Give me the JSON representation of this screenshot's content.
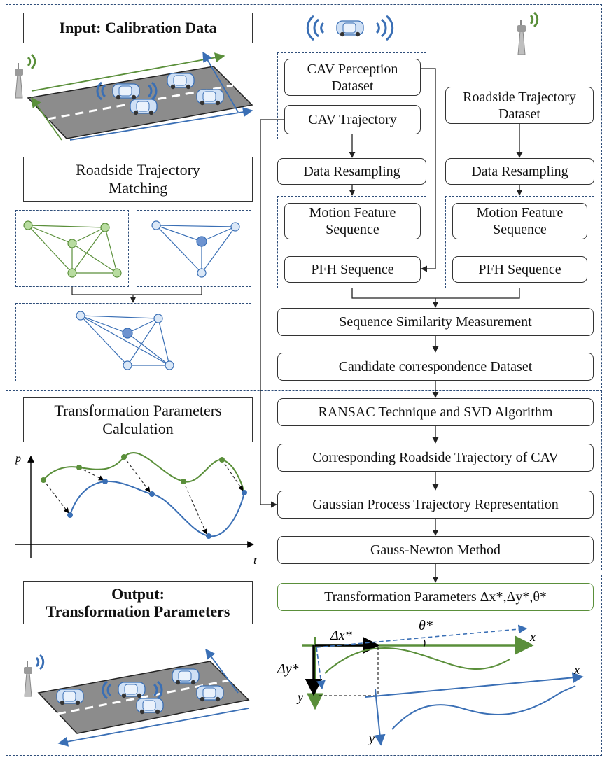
{
  "sections": {
    "input_title": "Input: Calibration Data",
    "matching_title": "Roadside Trajectory Matching",
    "calc_title": "Transformation Parameters Calculation",
    "output_title_line1": "Output:",
    "output_title_line2": "Transformation Parameters"
  },
  "boxes": {
    "cav_perception": "CAV Perception Dataset",
    "cav_trajectory": "CAV Trajectory",
    "roadside_dataset": "Roadside Trajectory Dataset",
    "resample_left": "Data Resampling",
    "resample_right": "Data Resampling",
    "motion_left": "Motion Feature Sequence",
    "motion_right": "Motion Feature Sequence",
    "pfh_left": "PFH Sequence",
    "pfh_right": "PFH Sequence",
    "similarity": "Sequence Similarity Measurement",
    "candidate": "Candidate correspondence Dataset",
    "ransac": "RANSAC  Technique and SVD Algorithm",
    "corresponding": "Corresponding Roadside Trajectory of CAV",
    "gaussian_process": "Gaussian Process Trajectory Representation",
    "gauss_newton": "Gauss-Newton Method",
    "transformation_params": "Transformation Parameters Δx*,Δy*,θ*"
  },
  "plot_labels": {
    "p": "p",
    "t": "t"
  },
  "frame_labels": {
    "dx": "Δx*",
    "dy": "Δy*",
    "theta": "θ*",
    "x1": "x",
    "y1": "y",
    "x2": "x",
    "y2": "y"
  },
  "colors": {
    "green": "#5a8f3a",
    "blue": "#3a6fb5",
    "dash": "#2f4e7a",
    "road": "#8c8c8c"
  }
}
